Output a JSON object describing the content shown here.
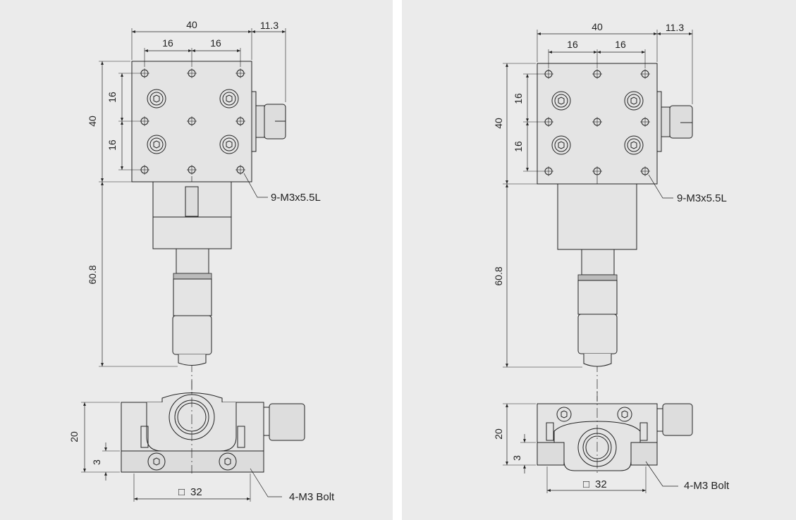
{
  "drawings": [
    {
      "id": "left",
      "top_view": {
        "width_dim": "40",
        "hole_spacing_x": [
          "16",
          "16"
        ],
        "knob_offset": "11.3",
        "height_dim": "40",
        "hole_spacing_y": [
          "16",
          "16"
        ],
        "overall_length": "60.8",
        "tapped_holes_callout": "9-M3x5.5L"
      },
      "front_view": {
        "height_dim": "20",
        "base_thickness": "3",
        "bolt_spacing_symbol": "□",
        "bolt_spacing": "32",
        "bolts_callout": "4-M3 Bolt"
      }
    },
    {
      "id": "right",
      "top_view": {
        "width_dim": "40",
        "hole_spacing_x": [
          "16",
          "16"
        ],
        "knob_offset": "11.3",
        "height_dim": "40",
        "hole_spacing_y": [
          "16",
          "16"
        ],
        "overall_length": "60.8",
        "tapped_holes_callout": "9-M3x5.5L"
      },
      "front_view": {
        "height_dim": "20",
        "base_thickness": "3",
        "bolt_spacing_symbol": "□",
        "bolt_spacing": "32",
        "bolts_callout": "4-M3 Bolt"
      }
    }
  ],
  "colors": {
    "panel_bg": "#ebebeb",
    "line": "#222222",
    "body_fill": "#e4e4e4"
  }
}
